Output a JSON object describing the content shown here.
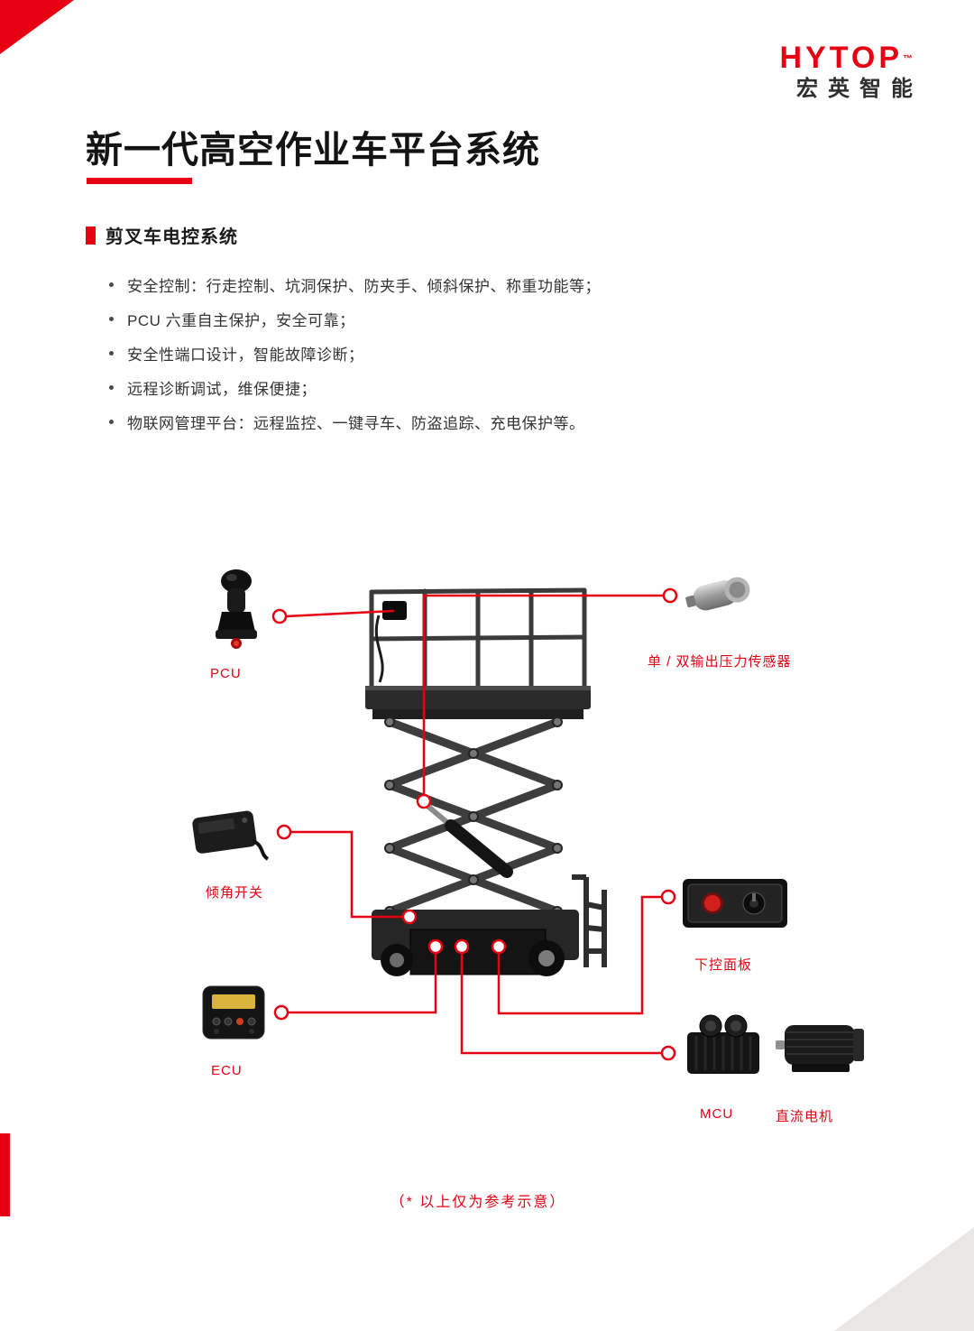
{
  "logo": {
    "text": "HYTOP",
    "tm": "™",
    "company": "宏英智能"
  },
  "title": "新一代高空作业车平台系统",
  "section": {
    "heading": "剪叉车电控系统"
  },
  "bullets": [
    "安全控制：行走控制、坑洞保护、防夹手、倾斜保护、称重功能等；",
    "PCU 六重自主保护，安全可靠；",
    "安全性端口设计，智能故障诊断；",
    "远程诊断调试，维保便捷；",
    "物联网管理平台：远程监控、一键寻车、防盗追踪、充电保护等。"
  ],
  "diagram": {
    "labels": {
      "pcu": "PCU",
      "pressure_sensor": "单 / 双输出压力传感器",
      "tilt_switch": "倾角开关",
      "lower_control_panel": "下控面板",
      "ecu": "ECU",
      "mcu": "MCU",
      "dc_motor": "直流电机"
    }
  },
  "footnote": "（* 以上仅为参考示意）",
  "colors": {
    "accent_red": "#e60012",
    "text_dark": "#1a1a1a"
  }
}
